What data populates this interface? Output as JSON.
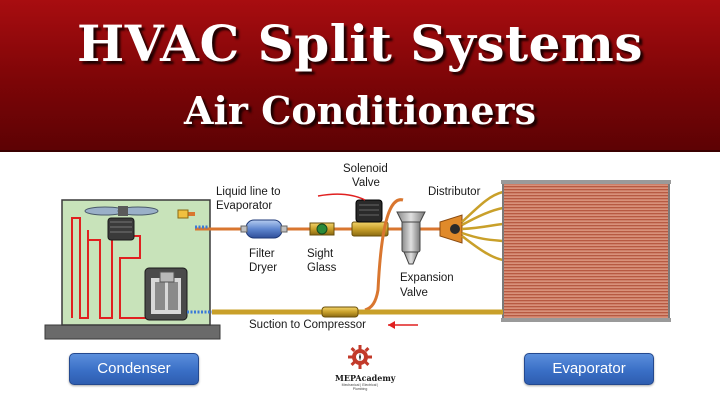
{
  "header": {
    "title": "HVAC Split Systems",
    "subtitle": "Air Conditioners"
  },
  "labels": {
    "liquid_line_1": "Liquid line to",
    "liquid_line_2": "Evaporator",
    "filter_1": "Filter",
    "filter_2": "Dryer",
    "sight_1": "Sight",
    "sight_2": "Glass",
    "solenoid_1": "Solenoid",
    "solenoid_2": "Valve",
    "distributor": "Distributor",
    "expansion_1": "Expansion",
    "expansion_2": "Valve",
    "suction": "Suction to Compressor"
  },
  "buttons": {
    "condenser": "Condenser",
    "evaporator": "Evaporator"
  },
  "logo": {
    "name": "MEPAcademy",
    "tagline": "Mechanical | Electrical | Plumbing"
  },
  "colors": {
    "banner": "#7c0507",
    "copper_pipe": "#d9762f",
    "brass": "#c9a02a",
    "refrigerant_red": "#e02020",
    "evaporator_coil": "#c86a50",
    "button_blue": "#3a6fc6"
  }
}
